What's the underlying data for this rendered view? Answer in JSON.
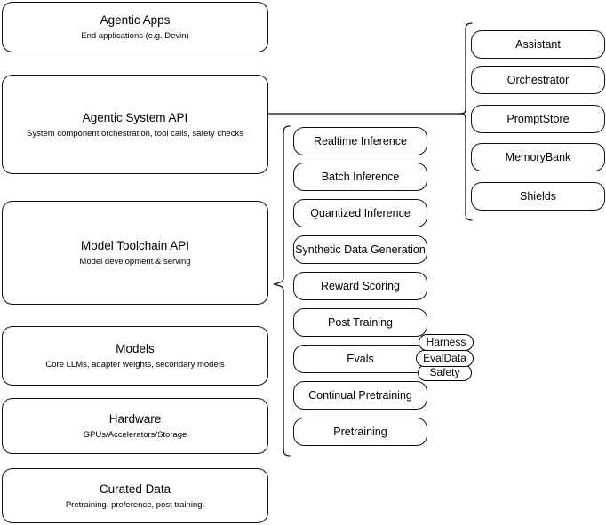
{
  "diagram": {
    "title": "Agentic AI stack layered architecture diagram",
    "stroke_color": "#111111",
    "background_color": "#ffffff",
    "layers": [
      {
        "id": "agentic-apps",
        "title": "Agentic Apps",
        "subtitle": "End applications (e.g. Devin)"
      },
      {
        "id": "agentic-system-api",
        "title": "Agentic System API",
        "subtitle": "System component orchestration, tool calls, safety checks"
      },
      {
        "id": "model-toolchain-api",
        "title": "Model Toolchain API",
        "subtitle": "Model development & serving"
      },
      {
        "id": "models",
        "title": "Models",
        "subtitle": "Core LLMs, adapter weights, secondary models"
      },
      {
        "id": "hardware",
        "title": "Hardware",
        "subtitle": "GPUs/Accelerators/Storage"
      },
      {
        "id": "curated-data",
        "title": "Curated Data",
        "subtitle": "Pretraining, preference, post training."
      }
    ],
    "toolchain_components": [
      {
        "id": "realtime-inference",
        "label": "Realtime Inference"
      },
      {
        "id": "batch-inference",
        "label": "Batch Inference"
      },
      {
        "id": "quantized-inference",
        "label": "Quantized Inference"
      },
      {
        "id": "synthetic-data-generation",
        "label": "Synthetic Data Generation"
      },
      {
        "id": "reward-scoring",
        "label": "Reward Scoring"
      },
      {
        "id": "post-training",
        "label": "Post Training"
      },
      {
        "id": "evals",
        "label": "Evals"
      },
      {
        "id": "continual-pretraining",
        "label": "Continual Pretraining"
      },
      {
        "id": "pretraining",
        "label": "Pretraining"
      }
    ],
    "eval_subcomponents": [
      {
        "id": "harness",
        "label": "Harness"
      },
      {
        "id": "evaldata",
        "label": "EvalData"
      },
      {
        "id": "safety",
        "label": "Safety"
      }
    ],
    "system_components": [
      {
        "id": "assistant",
        "label": "Assistant"
      },
      {
        "id": "orchestrator",
        "label": "Orchestrator"
      },
      {
        "id": "promptstore",
        "label": "PromptStore"
      },
      {
        "id": "memorybank",
        "label": "MemoryBank"
      },
      {
        "id": "shields",
        "label": "Shields"
      }
    ]
  }
}
